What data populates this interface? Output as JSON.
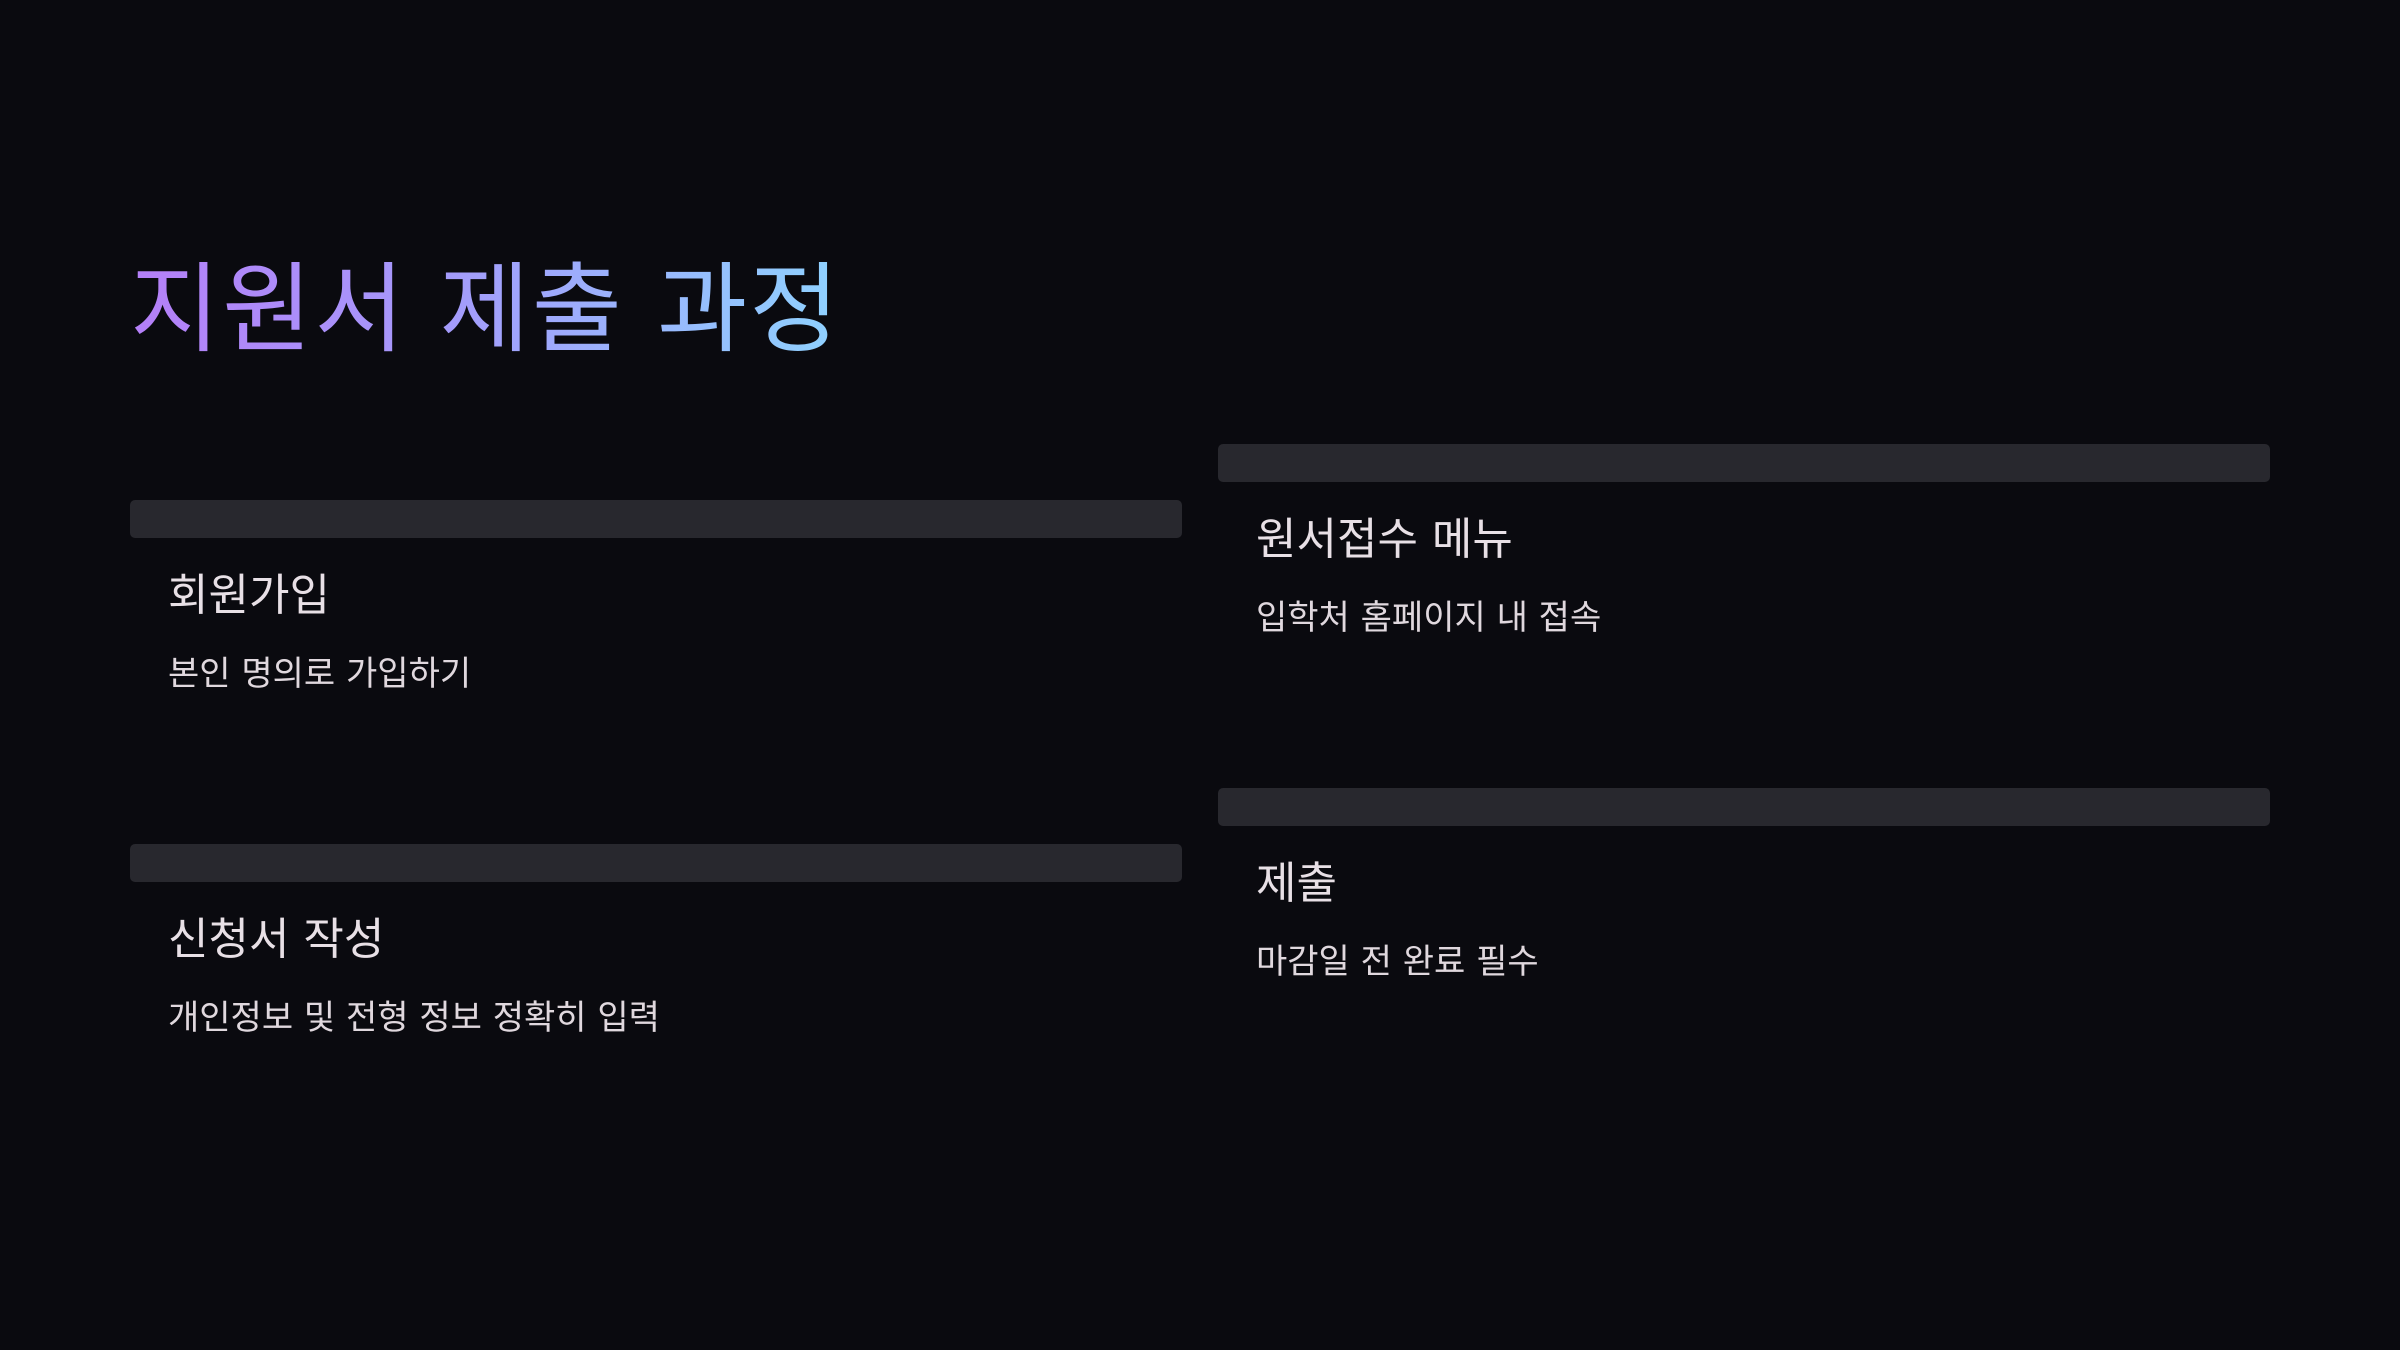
{
  "title": "지원서 제출 과정",
  "colors": {
    "background": "#0a0a0f",
    "bar": "#28282e",
    "text": "#e8e0e6",
    "title_gradient_start": "#b57ff8",
    "title_gradient_end": "#8fd2ff"
  },
  "steps": [
    {
      "heading": "회원가입",
      "description": "본인 명의로 가입하기"
    },
    {
      "heading": "원서접수 메뉴",
      "description": "입학처 홈페이지 내 접속"
    },
    {
      "heading": "신청서 작성",
      "description": "개인정보 및 전형 정보 정확히 입력"
    },
    {
      "heading": "제출",
      "description": "마감일 전 완료 필수"
    }
  ]
}
